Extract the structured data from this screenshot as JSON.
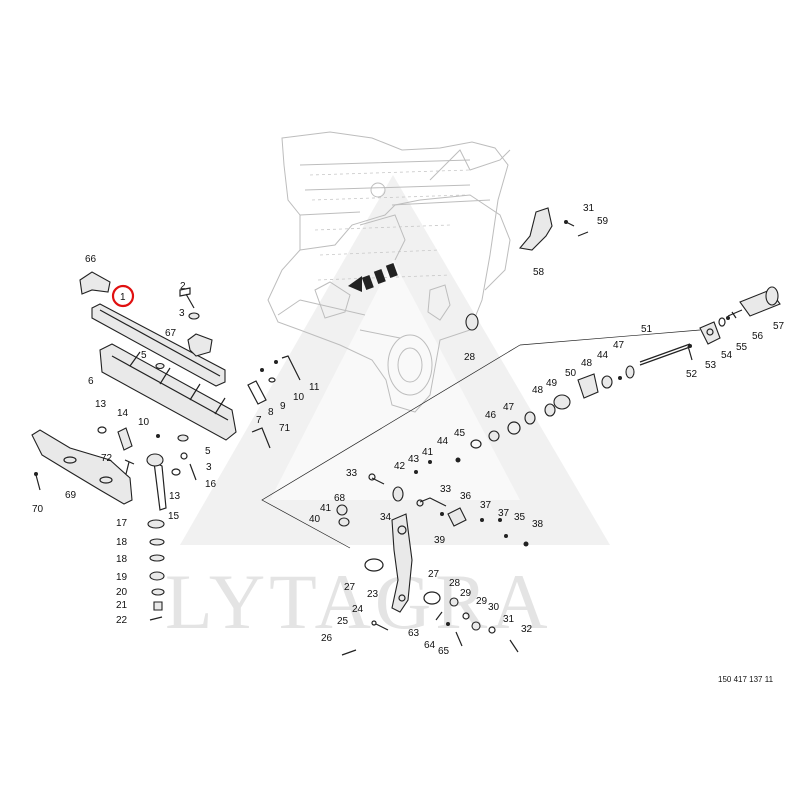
{
  "watermark": {
    "text": "LYTAGRA"
  },
  "document_number": "150 417 137 11",
  "highlighted_part": "1",
  "callouts": [
    {
      "id": "c66",
      "label": "66"
    },
    {
      "id": "c1",
      "label": "1"
    },
    {
      "id": "c2",
      "label": "2"
    },
    {
      "id": "c3a",
      "label": "3"
    },
    {
      "id": "c67",
      "label": "67"
    },
    {
      "id": "c5a",
      "label": "5"
    },
    {
      "id": "c6",
      "label": "6"
    },
    {
      "id": "c13a",
      "label": "13"
    },
    {
      "id": "c14",
      "label": "14"
    },
    {
      "id": "c10a",
      "label": "10"
    },
    {
      "id": "c72",
      "label": "72"
    },
    {
      "id": "c70",
      "label": "70"
    },
    {
      "id": "c69",
      "label": "69"
    },
    {
      "id": "c5b",
      "label": "5"
    },
    {
      "id": "c3b",
      "label": "3"
    },
    {
      "id": "c16",
      "label": "16"
    },
    {
      "id": "c13b",
      "label": "13"
    },
    {
      "id": "c15",
      "label": "15"
    },
    {
      "id": "c17",
      "label": "17"
    },
    {
      "id": "c18a",
      "label": "18"
    },
    {
      "id": "c18b",
      "label": "18"
    },
    {
      "id": "c19",
      "label": "19"
    },
    {
      "id": "c20",
      "label": "20"
    },
    {
      "id": "c21",
      "label": "21"
    },
    {
      "id": "c22",
      "label": "22"
    },
    {
      "id": "c7",
      "label": "7"
    },
    {
      "id": "c8",
      "label": "8"
    },
    {
      "id": "c9",
      "label": "9"
    },
    {
      "id": "c10b",
      "label": "10"
    },
    {
      "id": "c11",
      "label": "11"
    },
    {
      "id": "c71",
      "label": "71"
    },
    {
      "id": "c28a",
      "label": "28"
    },
    {
      "id": "c58",
      "label": "58"
    },
    {
      "id": "c31a",
      "label": "31"
    },
    {
      "id": "c59",
      "label": "59"
    },
    {
      "id": "c57",
      "label": "57"
    },
    {
      "id": "c56",
      "label": "56"
    },
    {
      "id": "c55",
      "label": "55"
    },
    {
      "id": "c54",
      "label": "54"
    },
    {
      "id": "c53",
      "label": "53"
    },
    {
      "id": "c52",
      "label": "52"
    },
    {
      "id": "c51",
      "label": "51"
    },
    {
      "id": "c47a",
      "label": "47"
    },
    {
      "id": "c44a",
      "label": "44"
    },
    {
      "id": "c48a",
      "label": "48"
    },
    {
      "id": "c50",
      "label": "50"
    },
    {
      "id": "c49",
      "label": "49"
    },
    {
      "id": "c48b",
      "label": "48"
    },
    {
      "id": "c47b",
      "label": "47"
    },
    {
      "id": "c46",
      "label": "46"
    },
    {
      "id": "c45",
      "label": "45"
    },
    {
      "id": "c44b",
      "label": "44"
    },
    {
      "id": "c43",
      "label": "43"
    },
    {
      "id": "c42",
      "label": "42"
    },
    {
      "id": "c41a",
      "label": "41"
    },
    {
      "id": "c33a",
      "label": "33"
    },
    {
      "id": "c33b",
      "label": "33"
    },
    {
      "id": "c36",
      "label": "36"
    },
    {
      "id": "c37a",
      "label": "37"
    },
    {
      "id": "c37b",
      "label": "37"
    },
    {
      "id": "c35",
      "label": "35"
    },
    {
      "id": "c38",
      "label": "38"
    },
    {
      "id": "c39",
      "label": "39"
    },
    {
      "id": "c68",
      "label": "68"
    },
    {
      "id": "c41b",
      "label": "41"
    },
    {
      "id": "c40",
      "label": "40"
    },
    {
      "id": "c34",
      "label": "34"
    },
    {
      "id": "c27a",
      "label": "27"
    },
    {
      "id": "c23",
      "label": "23"
    },
    {
      "id": "c27b",
      "label": "27"
    },
    {
      "id": "c28b",
      "label": "28"
    },
    {
      "id": "c29a",
      "label": "29"
    },
    {
      "id": "c29b",
      "label": "29"
    },
    {
      "id": "c30",
      "label": "30"
    },
    {
      "id": "c31b",
      "label": "31"
    },
    {
      "id": "c32",
      "label": "32"
    },
    {
      "id": "c24",
      "label": "24"
    },
    {
      "id": "c25",
      "label": "25"
    },
    {
      "id": "c26",
      "label": "26"
    },
    {
      "id": "c63",
      "label": "63"
    },
    {
      "id": "c64",
      "label": "64"
    },
    {
      "id": "c65",
      "label": "65"
    }
  ]
}
